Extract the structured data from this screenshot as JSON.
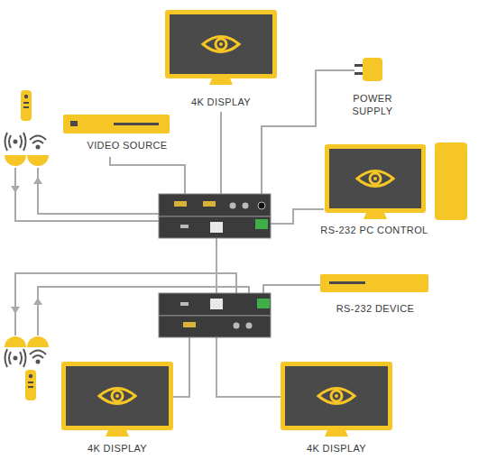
{
  "diagram": {
    "nodes": [
      {
        "text": [
          "4K DISPLAY"
        ]
      },
      {
        "text": [
          "POWER SUPPLY"
        ]
      },
      {
        "text": [
          "VIDEO SOURCE"
        ]
      },
      {
        "text": [
          "RS-232 PC CONTROL"
        ]
      },
      {
        "text": [
          "RS-232 DEVICE"
        ]
      },
      {
        "text": [
          "4K DISPLAY"
        ]
      },
      {
        "text": [
          "4K DISPLAY"
        ]
      }
    ]
  }
}
